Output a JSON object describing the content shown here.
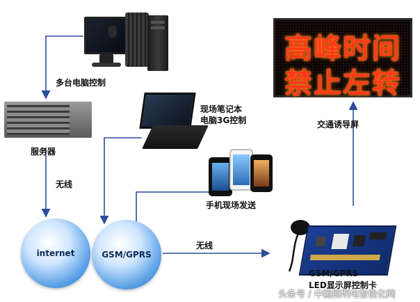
{
  "led_display": {
    "line1": "高峰时间",
    "line2": "禁止左转"
  },
  "labels": {
    "multi_pc": "多台电脑控制",
    "server": "服务器",
    "laptop_line1": "现场笔记本",
    "laptop_line2": "电脑3G控制",
    "traffic_screen": "交通诱导屏",
    "wireless_1": "无线",
    "phone_send": "手机现场发送",
    "wireless_2": "无线",
    "card_line1": "GSM/GPRS",
    "card_line2": "LED显示屏控制卡"
  },
  "nodes": {
    "internet": "internet",
    "gsm": "GSM/GPRS"
  },
  "watermark": "头条号 / 中国照明电智能化网",
  "colors": {
    "arrow": "#2b4d9a",
    "led_text": "#ff3a1a"
  }
}
